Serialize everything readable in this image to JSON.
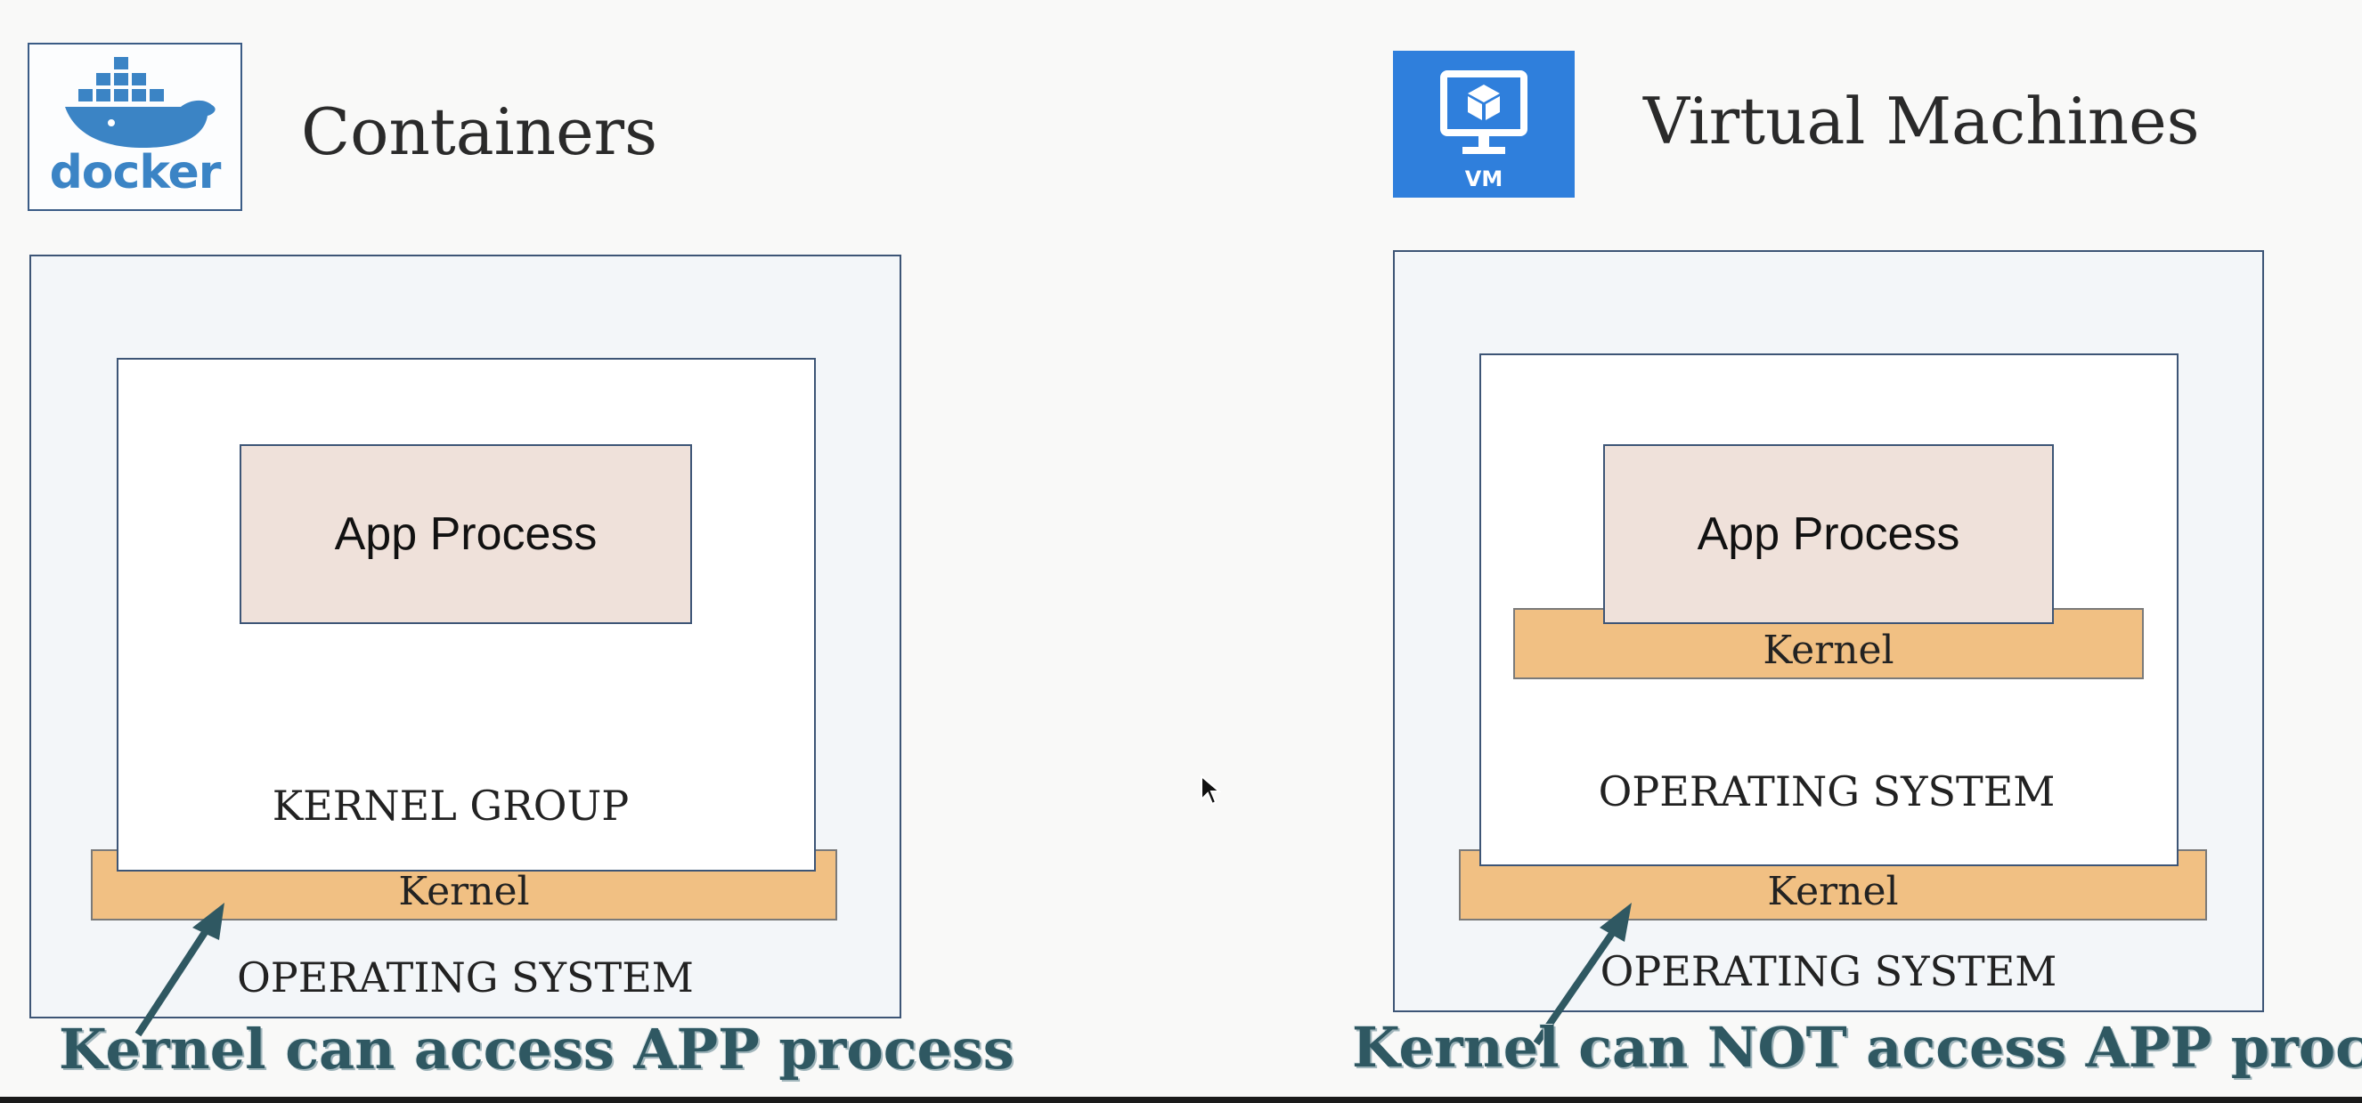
{
  "containers": {
    "logo_text": "docker",
    "heading": "Containers",
    "app_process": "App Process",
    "kernel_group": "KERNEL GROUP",
    "kernel": "Kernel",
    "operating_system": "OPERATING SYSTEM",
    "caption": "Kernel can access APP process"
  },
  "vms": {
    "logo_text": "VM",
    "heading": "Virtual Machines",
    "app_process": "App Process",
    "guest_kernel": "Kernel",
    "guest_operating_system": "OPERATING SYSTEM",
    "kernel": "Kernel",
    "operating_system": "OPERATING SYSTEM",
    "caption": "Kernel can NOT access APP process"
  },
  "icons": {
    "docker": "docker-whale-icon",
    "vm": "vm-monitor-cube-icon",
    "cursor": "mouse-pointer-icon"
  },
  "colors": {
    "app_fill": "#efe1da",
    "kernel_fill": "#f1c083",
    "outer_fill": "#f3f6f9",
    "border": "#3d5576",
    "caption": "#2f5862",
    "docker_blue": "#3b84c5",
    "vm_blue": "#2f7fdc"
  }
}
